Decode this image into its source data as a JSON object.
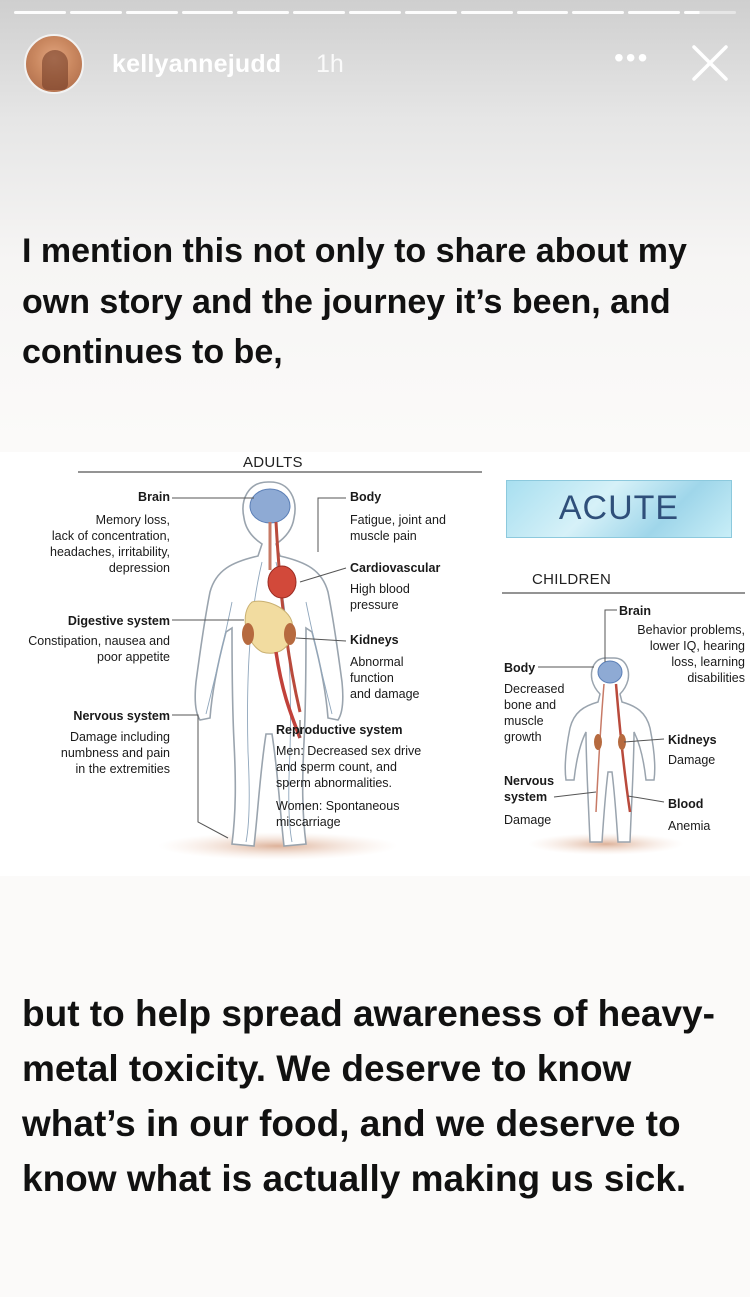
{
  "story": {
    "progress_segments": 13,
    "progress_active_index": 12,
    "username": "kellyannejudd",
    "time": "1h",
    "more_label": "•••",
    "caption_top": "I mention this not only to share about my own story and the journey it’s been, and continues to be,",
    "caption_bottom": "but to help spread awareness of heavy-metal toxicity. We deserve to know what’s in our food, and we deserve to know what is actually making us sick."
  },
  "infographic": {
    "adults": {
      "title": "ADULTS",
      "brain_head": "Brain",
      "brain_text": "Memory loss,\nlack of concentration,\nheadaches, irritability,\ndepression",
      "digestive_head": "Digestive system",
      "digestive_text": "Constipation, nausea and\npoor appetite",
      "nervous_head": "Nervous system",
      "nervous_text": "Damage including\nnumbness and pain\nin the extremities",
      "body_head": "Body",
      "body_text": "Fatigue, joint and\nmuscle pain",
      "cardio_head": "Cardiovascular",
      "cardio_text": "High blood\npressure",
      "kidneys_head": "Kidneys",
      "kidneys_text": "Abnormal\nfunction\nand damage",
      "repro_head": "Reproductive system",
      "repro_men": "Men: Decreased sex drive\nand sperm count, and\nsperm abnormalities.",
      "repro_women": "Women: Spontaneous\nmiscarriage"
    },
    "acute_label": "ACUTE",
    "children": {
      "title": "CHILDREN",
      "brain_head": "Brain",
      "brain_text": "Behavior problems,\nlower IQ, hearing\nloss, learning\ndisabilities",
      "body_head": "Body",
      "body_text": "Decreased\nbone and\nmuscle\ngrowth",
      "nervous_head": "Nervous\nsystem",
      "nervous_text": "Damage",
      "kidneys_head": "Kidneys",
      "kidneys_text": "Damage",
      "blood_head": "Blood",
      "blood_text": "Anemia"
    }
  }
}
